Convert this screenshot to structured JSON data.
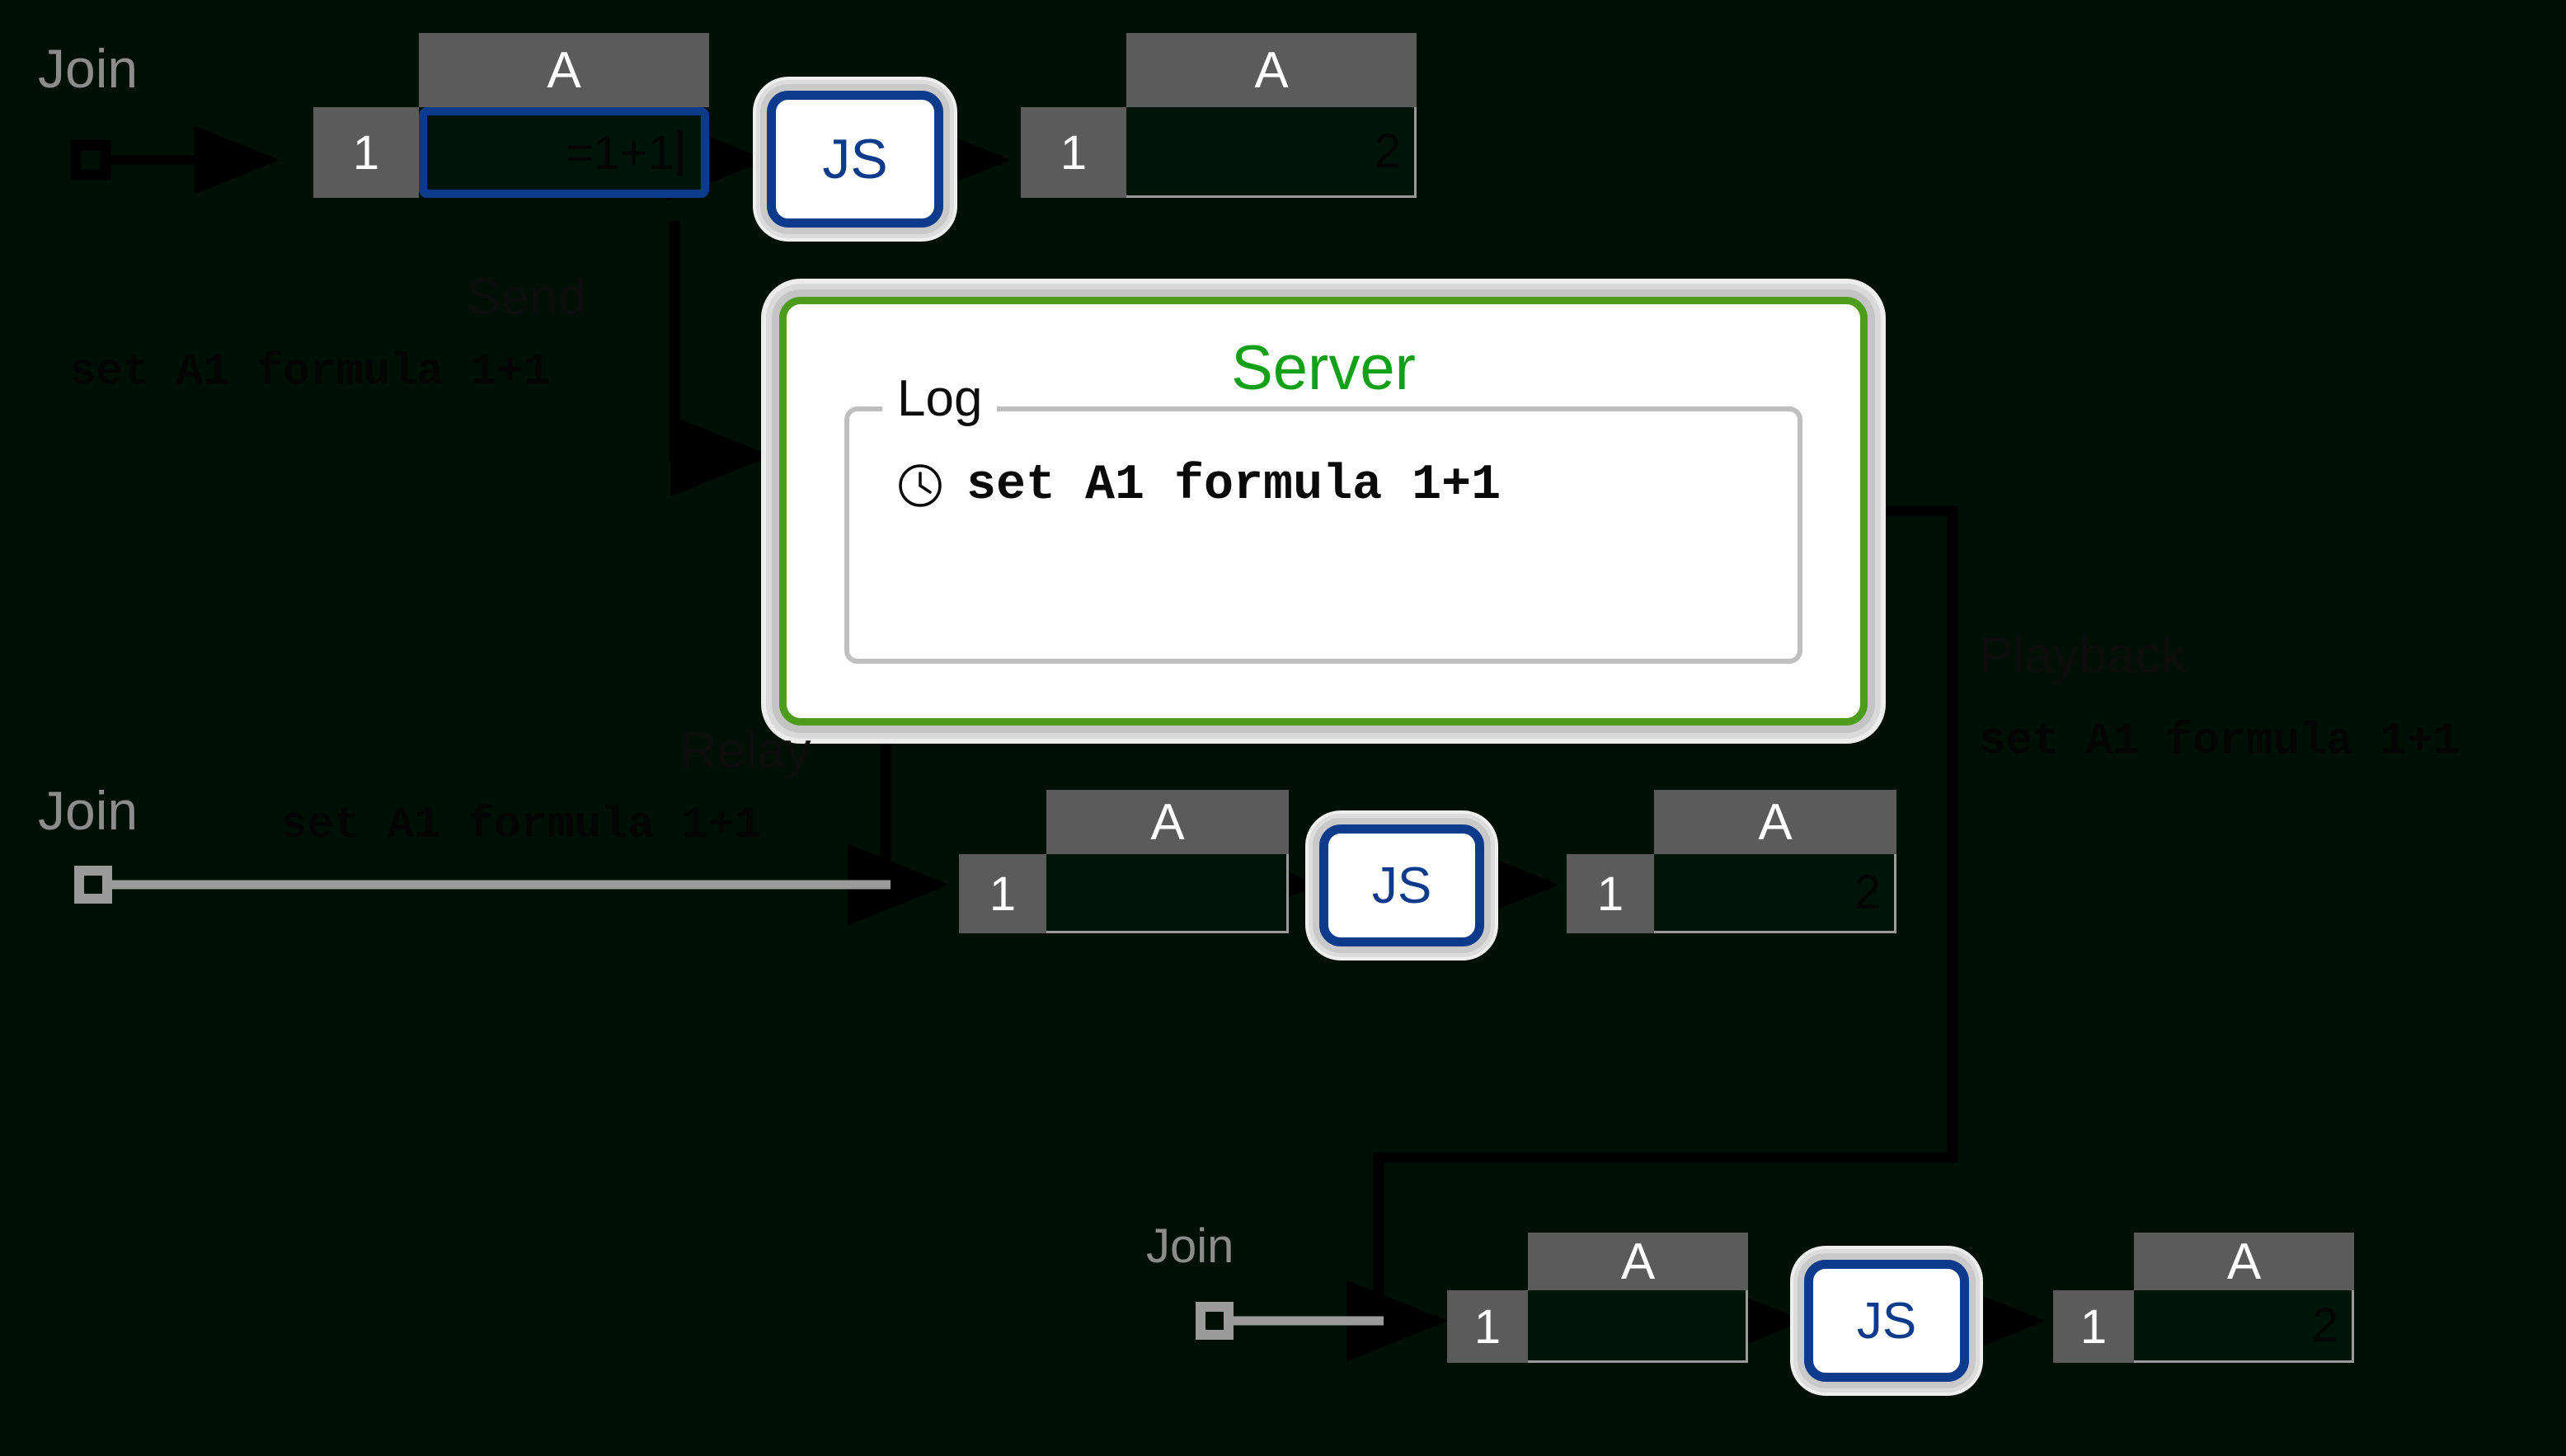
{
  "colors": {
    "background": "#001006",
    "accent_blue": "#0d3b8c",
    "server_border_green": "#4d9c1c",
    "server_title_green": "#11a017",
    "header_gray": "#5b5b5b",
    "join_label_gray": "#8c8c8c",
    "shadow_gray": "#c9c9c9",
    "cell_body": "#00150a",
    "dark_text": "#050505"
  },
  "labels": {
    "join": "Join",
    "send": "Send",
    "relay": "Relay",
    "playback": "Playback",
    "operation": "set A1 formula 1+1",
    "js": "JS"
  },
  "server": {
    "title": "Server",
    "log_legend": "Log",
    "log_entries": [
      {
        "icon": "clock-icon",
        "text": "set A1 formula 1+1"
      }
    ]
  },
  "sheets": [
    {
      "id": "client1-before",
      "column_header": "A",
      "row_header": "1",
      "cell_value": "=1+1",
      "editing": true
    },
    {
      "id": "client1-after",
      "column_header": "A",
      "row_header": "1",
      "cell_value": "2",
      "editing": false
    },
    {
      "id": "client2-before",
      "column_header": "A",
      "row_header": "1",
      "cell_value": "",
      "editing": false
    },
    {
      "id": "client2-after",
      "column_header": "A",
      "row_header": "1",
      "cell_value": "2",
      "editing": false
    },
    {
      "id": "client3-before",
      "column_header": "A",
      "row_header": "1",
      "cell_value": "",
      "editing": false
    },
    {
      "id": "client3-after",
      "column_header": "A",
      "row_header": "1",
      "cell_value": "2",
      "editing": false
    }
  ],
  "js_nodes": [
    {
      "id": "js-client1",
      "label": "JS"
    },
    {
      "id": "js-client2",
      "label": "JS"
    },
    {
      "id": "js-client3",
      "label": "JS"
    }
  ],
  "joins": [
    {
      "id": "join-client1",
      "label": "Join"
    },
    {
      "id": "join-client2",
      "label": "Join"
    },
    {
      "id": "join-client3",
      "label": "Join"
    }
  ],
  "flows": [
    {
      "id": "send",
      "name": "Send",
      "payload": "set A1 formula 1+1"
    },
    {
      "id": "relay",
      "name": "Relay",
      "payload": "set A1 formula 1+1"
    },
    {
      "id": "playback",
      "name": "Playback",
      "payload": "set A1 formula 1+1"
    }
  ]
}
